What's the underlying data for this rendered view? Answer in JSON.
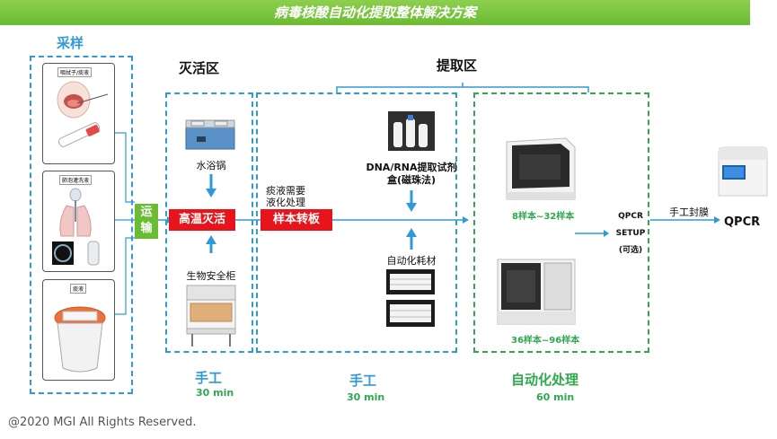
{
  "banner": {
    "title": "病毒核酸自动化提取整体解决方案"
  },
  "sampling": {
    "title": "采样",
    "panels": [
      {
        "tag": "咽拭子/痰液"
      },
      {
        "tag": "肺泡灌洗液"
      },
      {
        "tag": "痰液"
      }
    ]
  },
  "transport": {
    "label": "运输"
  },
  "inactivation": {
    "title": "灭活区",
    "water_bath": "水浴锅",
    "heat_step": "高温灭活",
    "biosafety_cabinet": "生物安全柜",
    "manual": "手工",
    "time": "30 min"
  },
  "extraction": {
    "title": "提取区",
    "sputum_note": "痰液需要\n液化处理",
    "transfer_step": "样本转板",
    "kit_label": "DNA/RNA提取试剂\n盒(磁珠法)",
    "consumables": "自动化耗材",
    "manual": "手工",
    "time": "30 min"
  },
  "automation": {
    "device1_caption": "8样本~32样本",
    "device2_caption": "36样本~96样本",
    "label": "自动化处理",
    "time": "60 min"
  },
  "qpcr_setup": {
    "text": "QPCR\nSETUP\n(可选)"
  },
  "sealing": {
    "label": "手工封膜"
  },
  "qpcr": {
    "label": "QPCR"
  },
  "footer": {
    "copyright": "@2020 MGI All Rights Reserved."
  }
}
